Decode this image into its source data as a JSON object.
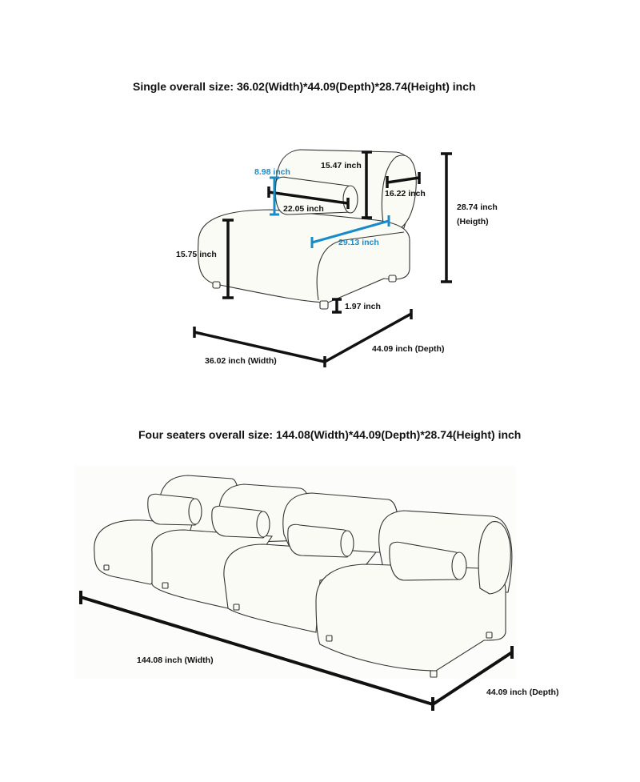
{
  "single": {
    "title": "Single overall size: 36.02(Width)*44.09(Depth)*28.74(Height) inch",
    "labels": {
      "pillow_height": "8.98 inch",
      "back_height": "15.47 inch",
      "arm_depth": "16.22 inch",
      "pillow_length": "22.05 inch",
      "total_height": "28.74 inch",
      "total_height_sub": "(Heigth)",
      "seat_depth": "29.13 inch",
      "seat_height": "15.75 inch",
      "leg_height": "1.97 inch",
      "depth": "44.09 inch (Depth)",
      "width": "36.02 inch (Width)"
    }
  },
  "four": {
    "title": "Four seaters overall size: 144.08(Width)*44.09(Depth)*28.74(Height) inch",
    "labels": {
      "width": "144.08 inch (Width)",
      "depth": "44.09 inch (Depth)"
    }
  },
  "colors": {
    "dimension_line": "#111111",
    "highlight": "#1a8bc9",
    "sofa_fill": "#fbfbf6",
    "sofa_outline": "#333333"
  }
}
